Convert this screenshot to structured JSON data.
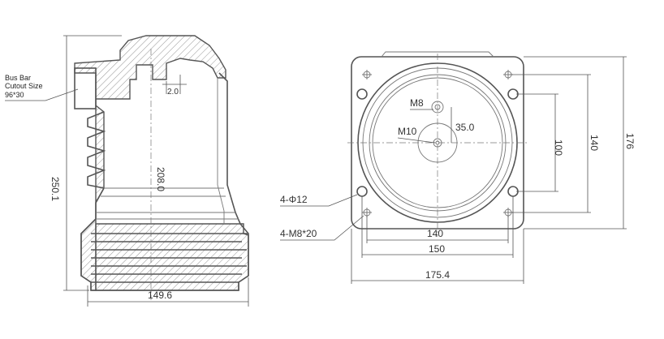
{
  "side_view": {
    "busbar_label_line1": "Bus Bar",
    "busbar_label_line2": "Cutout Size",
    "busbar_label_line3": "96*30",
    "dim_wall": "2.0",
    "dim_inner_height": "208.0",
    "dim_total_height": "250.1",
    "dim_width": "149.6"
  },
  "top_view": {
    "label_m8": "M8",
    "label_m10": "M10",
    "dim_35": "35.0",
    "dim_100": "100",
    "dim_140_v": "140",
    "dim_176": "176",
    "label_holes": "4-Φ12",
    "label_threads": "4-M8*20",
    "dim_140_h": "140",
    "dim_150": "150",
    "dim_175": "175.4"
  },
  "colors": {
    "line": "#555555",
    "hatch": "#8a8a8a",
    "text": "#333333"
  }
}
